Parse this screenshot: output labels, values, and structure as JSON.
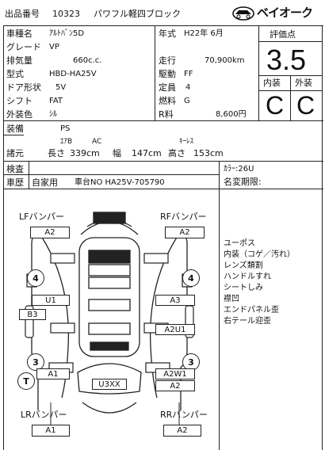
{
  "header": {
    "lot_label": "出品番号",
    "lot_number": "10323",
    "title": "パワフル軽四ブロック",
    "logo_text": "ベイオーク"
  },
  "specs": {
    "car_name_label": "車種名",
    "car_name": "ｱﾙﾄﾊﾞﾝ5D",
    "grade_label": "グレード",
    "grade": "VP",
    "displacement_label": "排気量",
    "displacement": "660c.c.",
    "model_label": "型式",
    "model": "HBD-HA25V",
    "doors_label": "ドア形状",
    "doors": "5V",
    "shift_label": "シフト",
    "shift": "FAT",
    "color_label": "外装色",
    "color": "ｼﾙ",
    "year_label": "年式",
    "year": "H22年 6月",
    "mileage_label": "走行",
    "mileage": "70,900km",
    "drive_label": "駆動",
    "drive": "FF",
    "capacity_label": "定員",
    "capacity": "4",
    "fuel_label": "燃料",
    "fuel": "G",
    "tax_label": "R料",
    "tax": "8,600円"
  },
  "score": {
    "title": "評価点",
    "value": "3.5",
    "interior_label": "内装",
    "exterior_label": "外装",
    "interior": "C",
    "exterior": "C"
  },
  "equipment": {
    "label": "装備",
    "items": [
      "PS",
      "ｴｱB",
      "AC",
      "ｷｰﾚｽ"
    ]
  },
  "dimensions": {
    "label": "諸元",
    "length_label": "長さ",
    "length": "339cm",
    "width_label": "幅",
    "width": "147cm",
    "height_label": "高さ",
    "height": "153cm"
  },
  "inspection": {
    "inspection_label": "検査",
    "car_history_label": "車歴",
    "car_history": "自家用",
    "chassis": "車台NO HA25V-705790",
    "color_code": "ｶﾗｰ:26U",
    "name_change": "名変期限:"
  },
  "diagram": {
    "lf_label": "LFバンパー",
    "lf_value": "A2",
    "rf_label": "RFバンパー",
    "rf_value": "A2",
    "lr_label": "LRバンパー",
    "lr_value": "A1",
    "rr_label": "RRバンパー",
    "rr_value": "A2",
    "tire_lf": "4",
    "tire_rf": "4",
    "tire_lr": "3",
    "tire_rr": "3",
    "t_mark": "T",
    "left_u1": "U1",
    "left_b3": "B3",
    "left_a1": "A1",
    "right_a3": "A3",
    "right_a2u1": "A2U1",
    "right_a2w1": "A2W1",
    "right_a2": "A2",
    "rear": "U3XX"
  },
  "notes": [
    "ユーポス",
    "内装（コゲ／汚れ）",
    "レンズ類割",
    "ハンドルすれ",
    "シートしみ",
    "襟凹",
    "エンドパネル歪",
    "右テール迎歪"
  ]
}
